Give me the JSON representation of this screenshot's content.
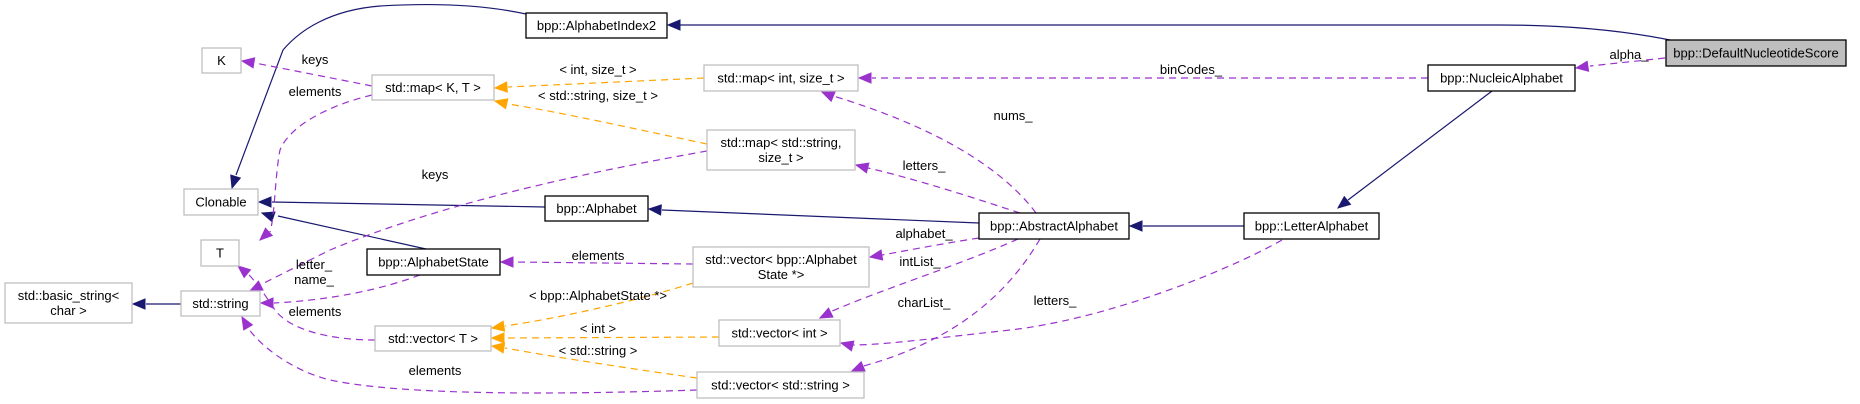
{
  "title": "bpp::DefaultNucleotideScore collaboration graph",
  "colors": {
    "inheritance": "#191970",
    "usage": "#9a32cd",
    "template": "#ffa500",
    "focus_fill": "#bfbfbf",
    "documented_border": "#000000",
    "undocumented_border": "#bfbfbf"
  },
  "nodes": {
    "default_nucleotide_score": {
      "lines": [
        "bpp::DefaultNucleotideScore"
      ],
      "kind": "focus"
    },
    "alphabet_index2": {
      "lines": [
        "bpp::AlphabetIndex2"
      ],
      "kind": "class"
    },
    "nucleic_alphabet": {
      "lines": [
        "bpp::NucleicAlphabet"
      ],
      "kind": "class"
    },
    "letter_alphabet": {
      "lines": [
        "bpp::LetterAlphabet"
      ],
      "kind": "class"
    },
    "abstract_alphabet": {
      "lines": [
        "bpp::AbstractAlphabet"
      ],
      "kind": "class"
    },
    "alphabet": {
      "lines": [
        "bpp::Alphabet"
      ],
      "kind": "class"
    },
    "alphabet_state": {
      "lines": [
        "bpp::AlphabetState"
      ],
      "kind": "class"
    },
    "clonable": {
      "lines": [
        "Clonable"
      ],
      "kind": "external"
    },
    "k": {
      "lines": [
        "K"
      ],
      "kind": "external"
    },
    "t": {
      "lines": [
        "T"
      ],
      "kind": "external"
    },
    "map_kt": {
      "lines": [
        "std::map< K, T >"
      ],
      "kind": "external"
    },
    "map_int_size": {
      "lines": [
        "std::map< int, size_t >"
      ],
      "kind": "external"
    },
    "map_string_size": {
      "lines": [
        "std::map< std::string,",
        "size_t >"
      ],
      "kind": "external"
    },
    "vector_alphabet_state": {
      "lines": [
        "std::vector< bpp::Alphabet",
        "State *>"
      ],
      "kind": "external"
    },
    "vector_int": {
      "lines": [
        "std::vector< int >"
      ],
      "kind": "external"
    },
    "vector_string": {
      "lines": [
        "std::vector< std::string >"
      ],
      "kind": "external"
    },
    "vector_t": {
      "lines": [
        "std::vector< T >"
      ],
      "kind": "external"
    },
    "std_string": {
      "lines": [
        "std::string"
      ],
      "kind": "external"
    },
    "basic_string": {
      "lines": [
        "std::basic_string<",
        "char >"
      ],
      "kind": "external"
    }
  },
  "edges": [
    {
      "from": "default_nucleotide_score",
      "to": "alphabet_index2",
      "type": "inherit",
      "label": ""
    },
    {
      "from": "default_nucleotide_score",
      "to": "nucleic_alphabet",
      "type": "usage",
      "label": "alpha_"
    },
    {
      "from": "alphabet_index2",
      "to": "clonable",
      "type": "inherit",
      "label": ""
    },
    {
      "from": "nucleic_alphabet",
      "to": "map_int_size",
      "type": "usage",
      "label": "binCodes_"
    },
    {
      "from": "nucleic_alphabet",
      "to": "letter_alphabet",
      "type": "inherit",
      "label": ""
    },
    {
      "from": "letter_alphabet",
      "to": "abstract_alphabet",
      "type": "inherit",
      "label": ""
    },
    {
      "from": "letter_alphabet",
      "to": "vector_int",
      "type": "usage",
      "label": "letters_"
    },
    {
      "from": "abstract_alphabet",
      "to": "alphabet",
      "type": "inherit",
      "label": ""
    },
    {
      "from": "abstract_alphabet",
      "to": "map_int_size",
      "type": "usage",
      "label": "nums_"
    },
    {
      "from": "abstract_alphabet",
      "to": "map_string_size",
      "type": "usage",
      "label": "letters_"
    },
    {
      "from": "abstract_alphabet",
      "to": "vector_alphabet_state",
      "type": "usage",
      "label": "alphabet_"
    },
    {
      "from": "abstract_alphabet",
      "to": "vector_int",
      "type": "usage",
      "label": "intList_"
    },
    {
      "from": "abstract_alphabet",
      "to": "vector_string",
      "type": "usage",
      "label": "charList_"
    },
    {
      "from": "alphabet",
      "to": "clonable",
      "type": "inherit",
      "label": ""
    },
    {
      "from": "alphabet_state",
      "to": "clonable",
      "type": "inherit",
      "label": ""
    },
    {
      "from": "alphabet_state",
      "to": "std_string",
      "type": "usage",
      "label": "letter_\nname_"
    },
    {
      "from": "map_int_size",
      "to": "map_kt",
      "type": "template",
      "label": "< int, size_t >"
    },
    {
      "from": "map_string_size",
      "to": "map_kt",
      "type": "template",
      "label": "< std::string, size_t >"
    },
    {
      "from": "map_string_size",
      "to": "std_string",
      "type": "usage",
      "label": "keys"
    },
    {
      "from": "map_kt",
      "to": "k",
      "type": "usage",
      "label": "keys"
    },
    {
      "from": "map_kt",
      "to": "t",
      "type": "usage",
      "label": "elements"
    },
    {
      "from": "vector_alphabet_state",
      "to": "alphabet_state",
      "type": "usage",
      "label": "elements"
    },
    {
      "from": "vector_alphabet_state",
      "to": "vector_t",
      "type": "template",
      "label": "< bpp::AlphabetState *>"
    },
    {
      "from": "vector_int",
      "to": "vector_t",
      "type": "template",
      "label": "< int >"
    },
    {
      "from": "vector_string",
      "to": "vector_t",
      "type": "template",
      "label": "< std::string >"
    },
    {
      "from": "vector_string",
      "to": "std_string",
      "type": "usage",
      "label": "elements"
    },
    {
      "from": "vector_t",
      "to": "t",
      "type": "usage",
      "label": "elements"
    },
    {
      "from": "std_string",
      "to": "basic_string",
      "type": "inherit",
      "label": ""
    }
  ]
}
